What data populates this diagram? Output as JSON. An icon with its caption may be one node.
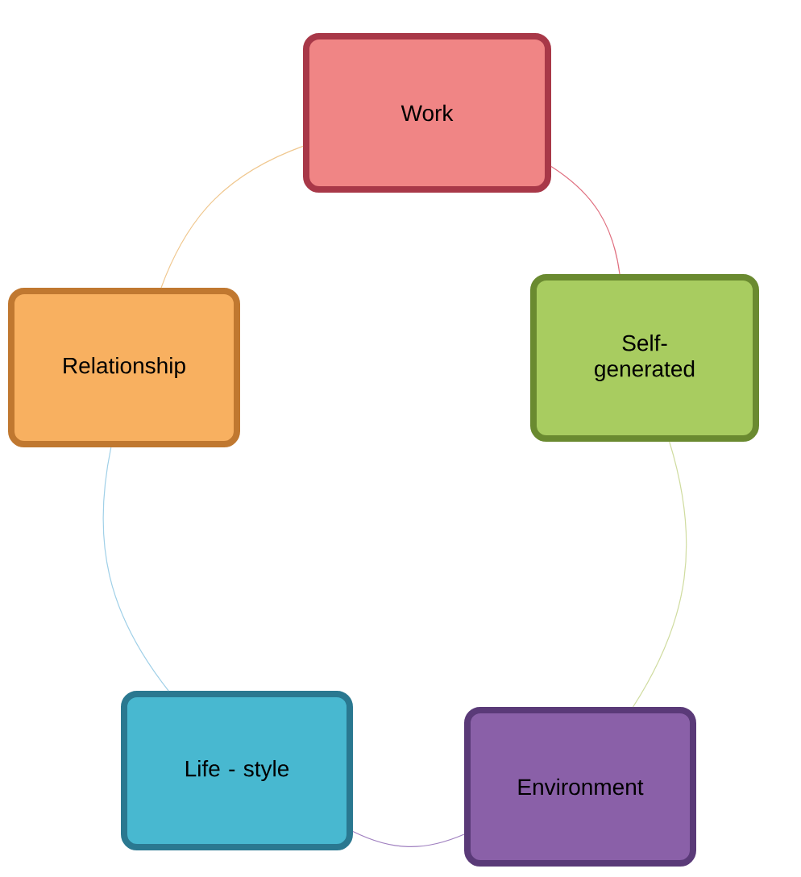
{
  "diagram": {
    "nodes": [
      {
        "text": [
          "Work"
        ]
      },
      {
        "text": [
          "Self-generated"
        ]
      },
      {
        "text": [
          "Environment"
        ]
      },
      {
        "text": [
          "Life - style"
        ]
      },
      {
        "text": [
          "Relationship"
        ]
      }
    ],
    "edges": [
      {
        "from": 0,
        "to": 1,
        "arrow": "none",
        "color": "#e07080"
      },
      {
        "from": 1,
        "to": 2,
        "arrow": "none",
        "color": "#d0dca0"
      },
      {
        "from": 2,
        "to": 3,
        "arrow": "none",
        "color": "#a080c0"
      },
      {
        "from": 3,
        "to": 4,
        "arrow": "none",
        "color": "#a0d0e8"
      },
      {
        "from": 4,
        "to": 0,
        "arrow": "none",
        "color": "#f0c890"
      }
    ]
  }
}
